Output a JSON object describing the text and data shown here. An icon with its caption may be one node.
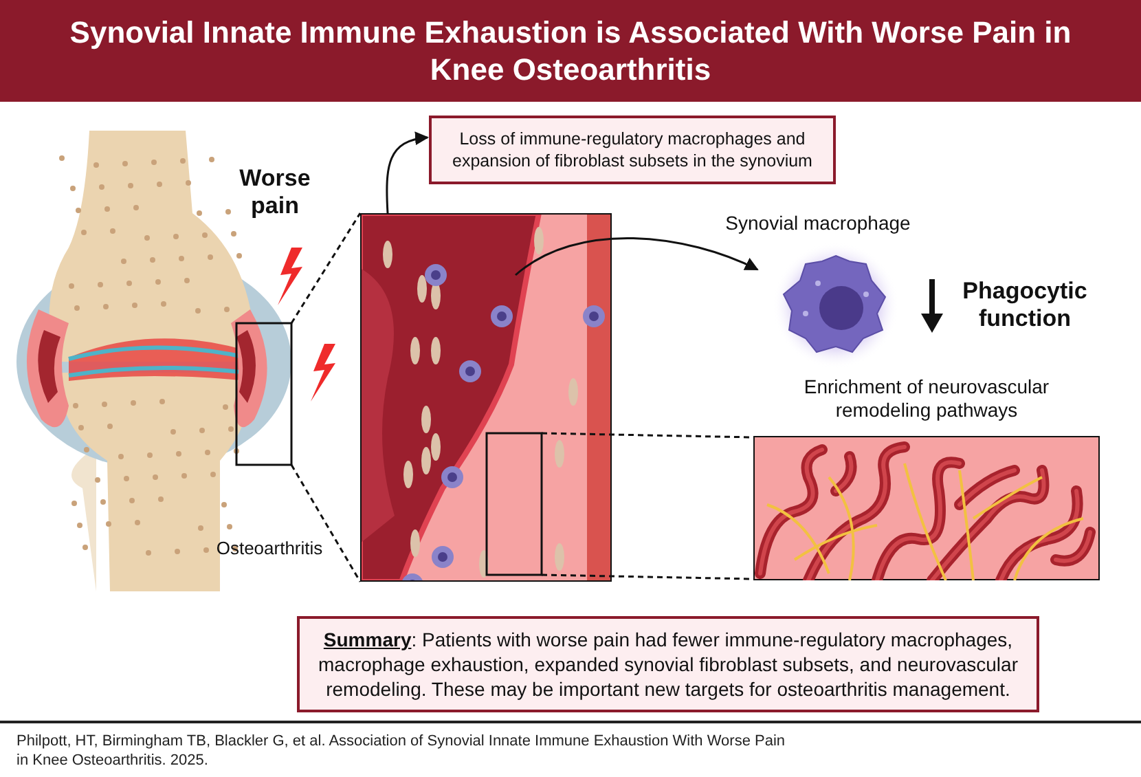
{
  "diagram": {
    "title": "Synovial Innate Immune Exhaustion is Associated With Worse Pain in Knee Osteoarthritis",
    "nodes": [
      {
        "text": [
          "Worse pain",
          "Osteoarthritis"
        ]
      },
      {
        "text": [],
        "shape": "picture"
      },
      {
        "text": [
          "Loss of immune-regulatory macrophages and expansion of fibroblast subsets in the synovium"
        ]
      },
      {
        "text": [],
        "shape": "picture",
        "beside": [
          "Synovial macrophage",
          "Phagocytic function"
        ]
      },
      {
        "text": [],
        "shape": "picture",
        "beside": [
          "Enrichment of neurovascular remodeling pathways"
        ]
      },
      {
        "text": [
          "**Summary**: Patients with worse pain had fewer immune-regulatory macrophages, macrophage exhaustion, expanded synovial fibroblast subsets, and neurovascular remodeling. These may be important new targets for osteoarthritis management."
        ]
      }
    ],
    "edges": [
      {
        "from": 0,
        "to": 1,
        "arrow": "none",
        "style": "dashed"
      },
      {
        "from": 1,
        "to": 4,
        "arrow": "none",
        "style": "dashed"
      },
      {
        "from": 1,
        "to": 2,
        "arrow": "to"
      },
      {
        "from": 1,
        "to": 3,
        "arrow": "to"
      }
    ],
    "labels": [
      "Philpott, HT, Birmingham TB, Blackler G, et al. Association of Synovial Innate Immune Exhaustion With Worse Pain in Knee Osteoarthritis. 2025."
    ]
  }
}
